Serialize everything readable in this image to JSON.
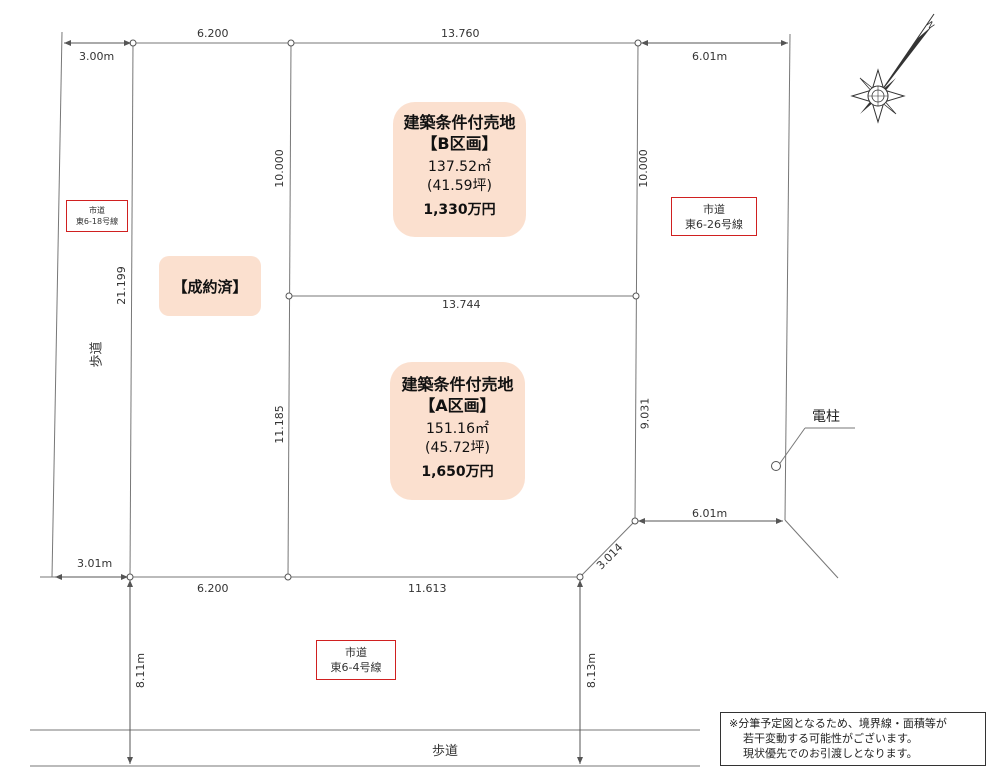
{
  "lots": {
    "b": {
      "title": "建築条件付売地",
      "block": "【B区画】",
      "area_sqm": "137.52㎡",
      "area_tsubo": "(41.59坪)",
      "price": "1,330万円"
    },
    "a": {
      "title": "建築条件付売地",
      "block": "【A区画】",
      "area_sqm": "151.16㎡",
      "area_tsubo": "(45.72坪)",
      "price": "1,650万円"
    },
    "sold": "【成約済】"
  },
  "roads": {
    "west": {
      "line1": "市道",
      "line2": "東6-18号線"
    },
    "east": {
      "line1": "市道",
      "line2": "東6-26号線"
    },
    "south": {
      "line1": "市道",
      "line2": "東6-4号線"
    }
  },
  "sidewalk": {
    "west": "歩道",
    "south": "歩道"
  },
  "pole_label": "電柱",
  "dimensions": {
    "top_left_lot": "6.200",
    "top_b": "13.760",
    "road_west_top": "3.00m",
    "road_east_top": "6.01m",
    "b_west": "10.000",
    "b_east": "10.000",
    "b_a_boundary": "13.744",
    "west_full": "21.199",
    "a_west": "11.185",
    "a_east": "9.031",
    "road_east_bottom": "6.01m",
    "corner_cut": "3.014",
    "road_west_bottom": "3.01m",
    "bottom_left_lot": "6.200",
    "bottom_a": "11.613",
    "road_south_left": "8.11m",
    "road_south_right": "8.13m"
  },
  "north_mark": "N",
  "note": {
    "line1": "※分筆予定図となるため、境界線・面積等が",
    "line2": "若干変動する可能性がございます。",
    "line3": "現状優先でのお引渡しとなります。"
  }
}
